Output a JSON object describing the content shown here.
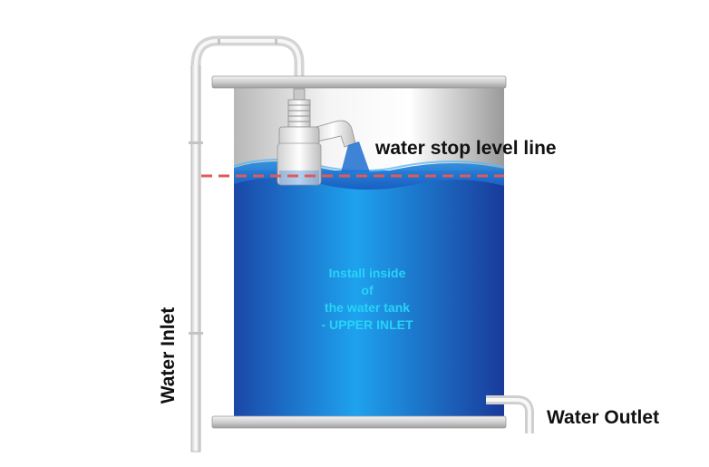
{
  "labels": {
    "water_stop_level_line": "water stop level line",
    "water_inlet": "Water Inlet",
    "water_outlet": "Water Outlet"
  },
  "install_note": {
    "line1": "Install inside",
    "line2": "of",
    "line3": "the water tank",
    "line4": " - UPPER INLET"
  },
  "colors": {
    "water_dark": "#1a3f9c",
    "water_light": "#1e9be8",
    "level_line": "#e05a5a",
    "note_text": "#27d3f7",
    "pipe": "#e6e6e6"
  },
  "icons": {
    "valve": "float-valve-icon"
  }
}
